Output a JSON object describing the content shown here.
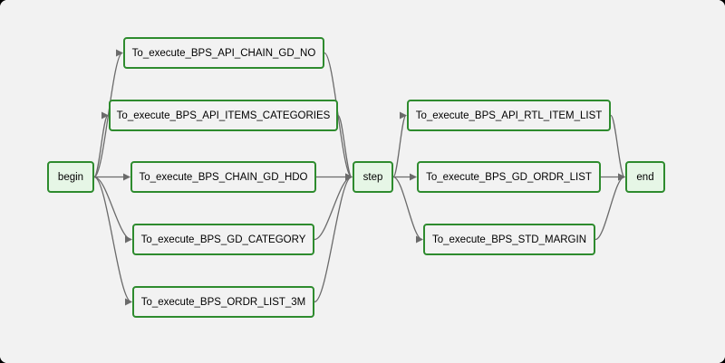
{
  "diagram": {
    "type": "dag-graph",
    "colors": {
      "node_border": "#2e8b2e",
      "task_fill": "#f2f2f2",
      "control_fill": "#e6f6e6",
      "edge": "#6b6b6b",
      "background": "#f2f2f2"
    },
    "nodes": [
      {
        "id": "begin",
        "label": "begin",
        "kind": "control"
      },
      {
        "id": "chain_gd_no",
        "label": "To_execute_BPS_API_CHAIN_GD_NO",
        "kind": "task"
      },
      {
        "id": "items_categories",
        "label": "To_execute_BPS_API_ITEMS_CATEGORIES",
        "kind": "task"
      },
      {
        "id": "chain_gd_hdo",
        "label": "To_execute_BPS_CHAIN_GD_HDO",
        "kind": "task"
      },
      {
        "id": "gd_category",
        "label": "To_execute_BPS_GD_CATEGORY",
        "kind": "task"
      },
      {
        "id": "ordr_list_3m",
        "label": "To_execute_BPS_ORDR_LIST_3M",
        "kind": "task"
      },
      {
        "id": "step",
        "label": "step",
        "kind": "control"
      },
      {
        "id": "rtl_item_list",
        "label": "To_execute_BPS_API_RTL_ITEM_LIST",
        "kind": "task"
      },
      {
        "id": "gd_ordr_list",
        "label": "To_execute_BPS_GD_ORDR_LIST",
        "kind": "task"
      },
      {
        "id": "std_margin",
        "label": "To_execute_BPS_STD_MARGIN",
        "kind": "task"
      },
      {
        "id": "end",
        "label": "end",
        "kind": "control"
      }
    ],
    "edges": [
      {
        "from": "begin",
        "to": "chain_gd_no"
      },
      {
        "from": "begin",
        "to": "items_categories"
      },
      {
        "from": "begin",
        "to": "chain_gd_hdo"
      },
      {
        "from": "begin",
        "to": "gd_category"
      },
      {
        "from": "begin",
        "to": "ordr_list_3m"
      },
      {
        "from": "chain_gd_no",
        "to": "step"
      },
      {
        "from": "items_categories",
        "to": "step"
      },
      {
        "from": "chain_gd_hdo",
        "to": "step"
      },
      {
        "from": "gd_category",
        "to": "step"
      },
      {
        "from": "ordr_list_3m",
        "to": "step"
      },
      {
        "from": "step",
        "to": "rtl_item_list"
      },
      {
        "from": "step",
        "to": "gd_ordr_list"
      },
      {
        "from": "step",
        "to": "std_margin"
      },
      {
        "from": "rtl_item_list",
        "to": "end"
      },
      {
        "from": "gd_ordr_list",
        "to": "end"
      },
      {
        "from": "std_margin",
        "to": "end"
      }
    ]
  }
}
